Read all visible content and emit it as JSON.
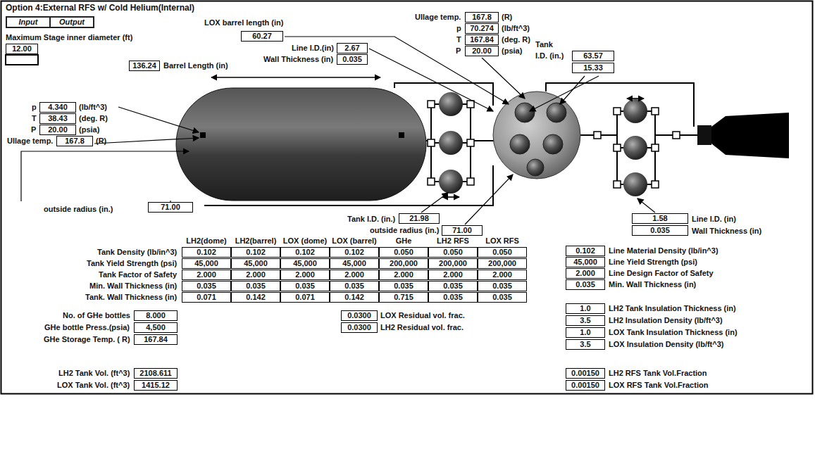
{
  "diagram": {
    "title": "Option 4:External RFS w/ Cold Helium(Internal)",
    "labels": [
      "Input",
      "Output",
      "Maximum Stage inner diameter (ft)",
      "12.00",
      "LOX barrel length (in)",
      "60.27",
      "Line I.D.(in)",
      "2.67",
      "Wall Thickness (in)",
      "0.035",
      "136.24",
      "Barrel Length (in)",
      "Ullage temp.",
      "167.8",
      "(R)",
      "p",
      "70.274",
      "(lb/ft^3)",
      "T",
      "167.84",
      "(deg. R)",
      "P",
      "20.00",
      "(psia)",
      "Tank",
      "I.D. (in.)",
      "63.57",
      "15.33",
      "p",
      "4.340",
      "(lb/ft^3)",
      "T",
      "38.43",
      "(deg. R)",
      "P",
      "20.00",
      "(psia)",
      "Ullage temp.",
      "167.8",
      "(R)",
      "outside radius (in.)",
      "71.00",
      "Tank I.D. (in.)",
      "21.98",
      "outside radius (in.)",
      "71.00",
      "1.58",
      "Line I.D. (in)",
      "0.035",
      "Wall Thickness (in)",
      "LH2(dome)",
      "LH2(barrel)",
      "LOX (dome)",
      "LOX (barrel)",
      "GHe",
      "LH2 RFS",
      "LOX RFS",
      "Tank Density (lb/in^3)",
      "0.102",
      "0.102",
      "0.102",
      "0.102",
      "0.050",
      "0.050",
      "0.050",
      "Tank Yield Strength (psi)",
      "45,000",
      "45,000",
      "45,000",
      "45,000",
      "200,000",
      "200,000",
      "200,000",
      "Tank Factor of Safety",
      "2.000",
      "2.000",
      "2.000",
      "2.000",
      "2.000",
      "2.000",
      "2.000",
      "Min. Wall Thickness (in)",
      "0.035",
      "0.035",
      "0.035",
      "0.035",
      "0.035",
      "0.035",
      "0.035",
      "Tank. Wall Thickness (in)",
      "0.071",
      "0.142",
      "0.071",
      "0.142",
      "0.715",
      "0.035",
      "0.035",
      "0.102",
      "Line Material Density (lb/in^3)",
      "45,000",
      "Line Yield Strength (psi)",
      "2.000",
      "Line Design Factor of Safety",
      "0.035",
      "Min. Wall Thickness (in)",
      "1.0",
      "LH2 Tank Insulation Thickness (in)",
      "3.5",
      "LH2 Insulation Density (lb/ft^3)",
      "1.0",
      "LOX Tank Insulation Thickness (in)",
      "3.5",
      "LOX Insulation Density (lb/ft^3)",
      "0.00150",
      "LH2 RFS Tank Vol.Fraction",
      "0.00150",
      "LOX RFS Tank Vol.Fraction",
      "No. of GHe bottles",
      "8.000",
      "GHe bottle Press.(psia)",
      "4,500",
      "GHe Storage Temp. ( R)",
      "167.84",
      "LH2 Tank Vol. (ft^3)",
      "2108.611",
      "LOX Tank Vol. (ft^3)",
      "1415.12",
      "0.0300",
      "LOX Residual vol. frac.",
      "0.0300",
      "LH2 Residual vol. frac."
    ]
  }
}
